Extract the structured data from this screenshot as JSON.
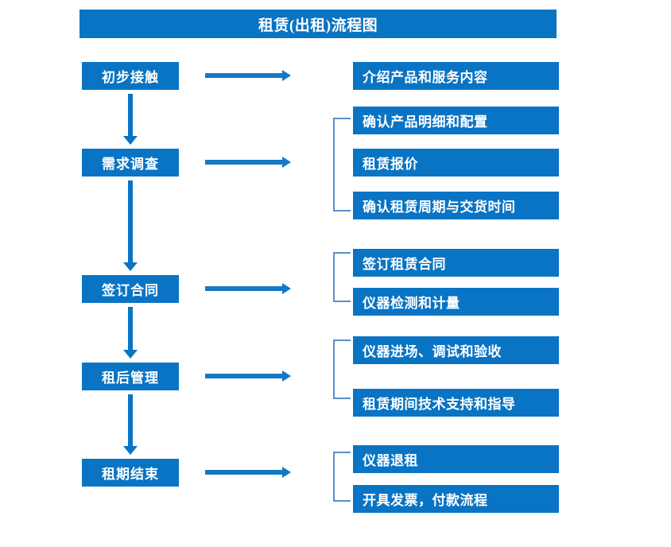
{
  "title": "租赁(出租)流程图",
  "colors": {
    "box_blue": "#0A74C4",
    "arrow_blue": "#1579C4",
    "bracket_blue": "#5B8FC9",
    "box_text": "#FFFFFF",
    "background": "#FFFFFF"
  },
  "stages": [
    {
      "label": "初步接触",
      "tasks": [
        "介绍产品和服务内容"
      ]
    },
    {
      "label": "需求调查",
      "tasks": [
        "确认产品明细和配置",
        "租赁报价",
        "确认租赁周期与交货时间"
      ]
    },
    {
      "label": "签订合同",
      "tasks": [
        "签订租赁合同",
        "仪器检测和计量"
      ]
    },
    {
      "label": "租后管理",
      "tasks": [
        "仪器进场、调试和验收",
        "租赁期间技术支持和指导"
      ]
    },
    {
      "label": "租期结束",
      "tasks": [
        "仪器退租",
        "开具发票，付款流程"
      ]
    }
  ],
  "tasks_flat": [
    "介绍产品和服务内容",
    "确认产品明细和配置",
    "租赁报价",
    "确认租赁周期与交货时间",
    "签订租赁合同",
    "仪器检测和计量",
    "仪器进场、调试和验收",
    "租赁期间技术支持和指导",
    "仪器退租",
    "开具发票，付款流程"
  ]
}
